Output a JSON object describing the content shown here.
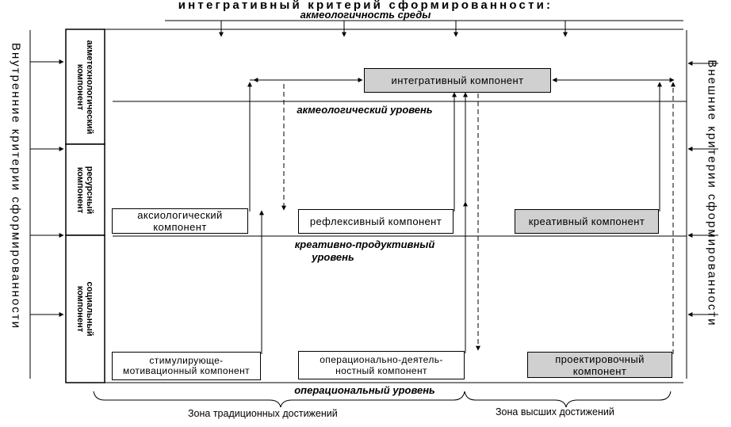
{
  "header": {
    "title": "интегративный критерий сформированности:",
    "subtitle": "акмеологичность среды"
  },
  "levels": {
    "akmeological": "акмеологический уровень",
    "creative_productive_line1": "креативно-продуктивный",
    "creative_productive_line2": "уровень",
    "operational": "операциональный уровень"
  },
  "columns": {
    "akmetech": "акметехнологический\nкомпонент",
    "resource": "ресурсный\nкомпонент",
    "social": "социальный\nкомпонент"
  },
  "components": {
    "integrative": "интегративный компонент",
    "axiological": "аксиологический компонент",
    "reflexive": "рефлексивный компонент",
    "creative": "креативный компонент",
    "stimulating": "стимулирующе-мотивационный компонент",
    "operational": "операционально-деятель-ностный компонент",
    "design": "проектировочный компонент"
  },
  "side_labels": {
    "internal": "Внутренние критерии сформированности",
    "external": "Внешние критерии сформированности"
  },
  "zones": {
    "traditional": "Зона традиционных достижений",
    "higher": "Зона высших достижений"
  }
}
